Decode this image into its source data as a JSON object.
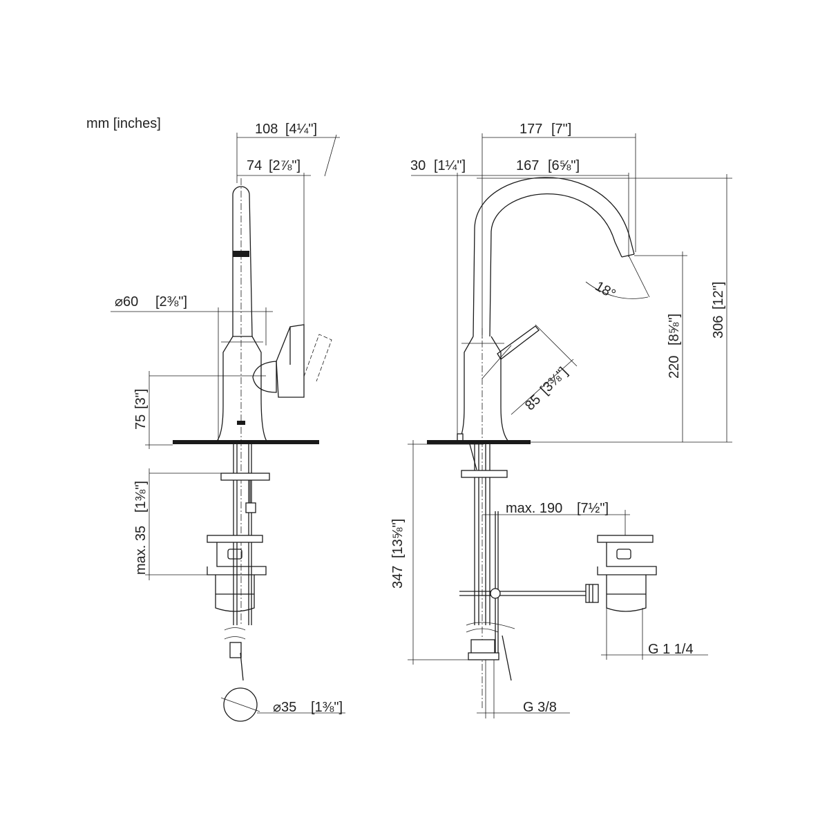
{
  "units_note": "mm [inches]",
  "left_view": {
    "dim_108": "108",
    "dim_108_in": "4¼\"",
    "dim_74": "74",
    "dim_74_in": "2⅞\"",
    "dim_d60": "⌀60",
    "dim_d60_in": "2⅜\"",
    "dim_75": "75",
    "dim_75_in": "3\"",
    "dim_max35": "max. 35",
    "dim_max35_in": "1⅜\"",
    "dim_d35": "⌀35",
    "dim_d35_in": "1⅜\""
  },
  "right_view": {
    "dim_177": "177",
    "dim_177_in": "7\"",
    "dim_30": "30",
    "dim_30_in": "1¼\"",
    "dim_167": "167",
    "dim_167_in": "6⅝\"",
    "dim_306": "306",
    "dim_306_in": "12\"",
    "dim_220": "220",
    "dim_220_in": "8⅝\"",
    "angle_18": "18°",
    "dim_85": "85",
    "dim_85_in": "3⅜\"",
    "dim_347": "347",
    "dim_347_in": "13⅝\"",
    "dim_max190": "max. 190",
    "dim_max190_in": "7½\"",
    "thread_waste": "G 1 1/4",
    "thread_supply": "G 3/8"
  }
}
